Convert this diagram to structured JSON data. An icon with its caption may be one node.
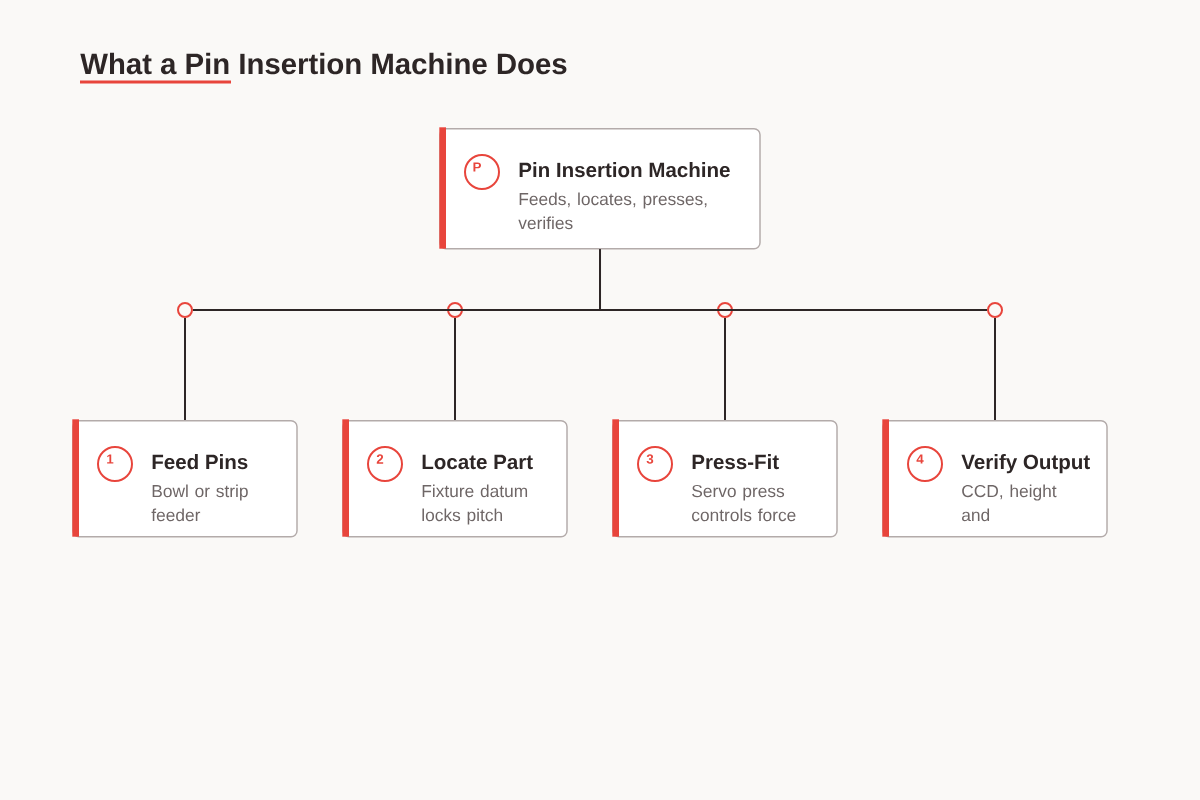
{
  "diagram": {
    "title": "What a Pin Insertion Machine Does",
    "nodes": [
      {
        "text": [
          "Pin Insertion Machine",
          "Feeds, locates, presses, verifies"
        ]
      },
      {
        "text": [
          "P"
        ],
        "in": 0
      },
      {
        "text": [],
        "shape": "circle"
      },
      {
        "text": [],
        "shape": "circle"
      },
      {
        "text": [],
        "shape": "circle"
      },
      {
        "text": [],
        "shape": "circle"
      },
      {
        "text": [
          "Feed Pins",
          "Bowl or strip feeder"
        ]
      },
      {
        "text": [
          "1"
        ],
        "in": 6
      },
      {
        "text": [
          "Locate Part",
          "Fixture datum locks pitch"
        ]
      },
      {
        "text": [
          "2"
        ],
        "in": 8
      },
      {
        "text": [
          "Press-Fit",
          "Servo press controls force"
        ]
      },
      {
        "text": [
          "3"
        ],
        "in": 10
      },
      {
        "text": [
          "Verify Output",
          "CCD, height and"
        ]
      },
      {
        "text": [
          "4"
        ],
        "in": 12
      }
    ],
    "edges": [
      {
        "from": 0,
        "to": 2,
        "arrow": "none"
      },
      {
        "from": 0,
        "to": 3,
        "arrow": "none"
      },
      {
        "from": 0,
        "to": 4,
        "arrow": "none"
      },
      {
        "from": 0,
        "to": 5,
        "arrow": "none"
      },
      {
        "from": 2,
        "to": 6,
        "arrow": "none"
      },
      {
        "from": 3,
        "to": 8,
        "arrow": "none"
      },
      {
        "from": 4,
        "to": 10,
        "arrow": "none"
      },
      {
        "from": 5,
        "to": 12,
        "arrow": "none"
      }
    ]
  }
}
